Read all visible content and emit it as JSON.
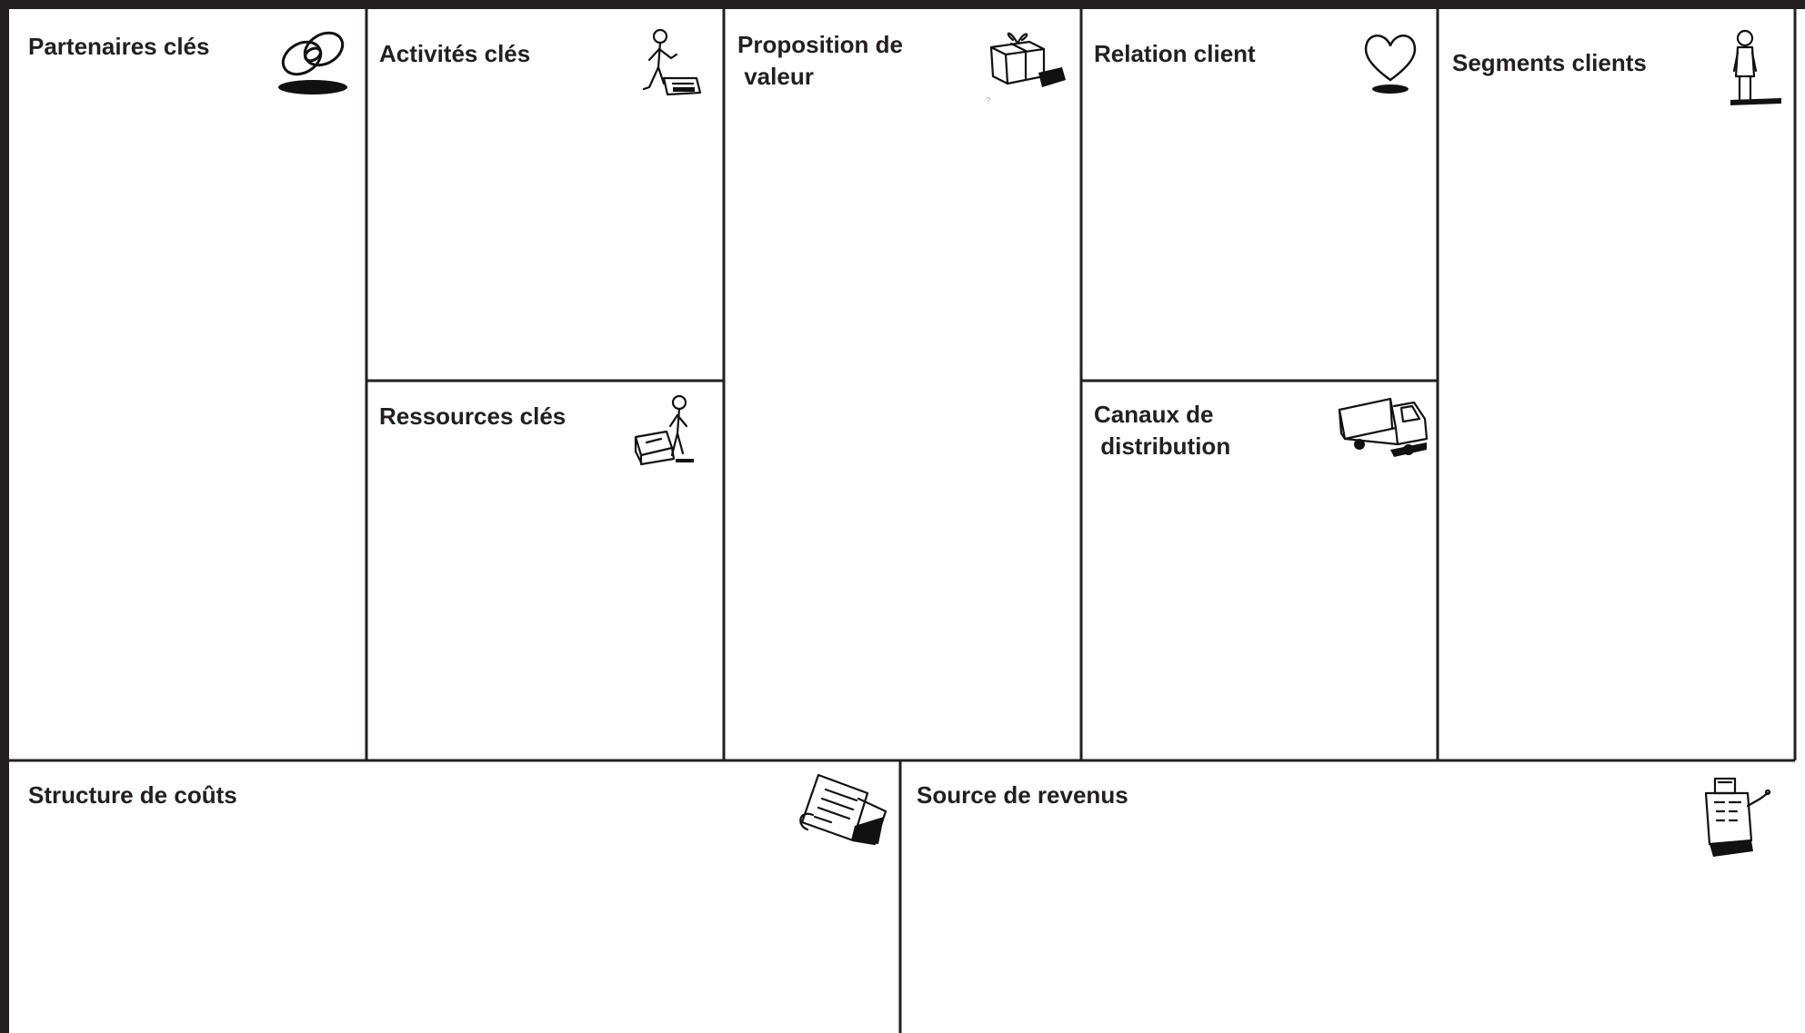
{
  "canvas": {
    "line_color": "#231f20",
    "background": "#ffffff"
  },
  "blocks": {
    "key_partners": {
      "title": "Partenaires clés",
      "icon": "chain-links-icon"
    },
    "key_activities": {
      "title": "Activités clés",
      "icon": "worker-icon"
    },
    "key_resources": {
      "title": "Ressources clés",
      "icon": "person-with-crates-icon"
    },
    "value_proposition": {
      "title": "Proposition de\n valeur",
      "icon": "gift-box-icon",
      "note": "?"
    },
    "customer_relationships": {
      "title": "Relation client",
      "icon": "heart-icon"
    },
    "channels": {
      "title": "Canaux de\n distribution",
      "icon": "delivery-truck-icon"
    },
    "customer_segments": {
      "title": "Segments clients",
      "icon": "standing-person-icon"
    },
    "cost_structure": {
      "title": "Structure de coûts",
      "icon": "price-tag-icon"
    },
    "revenue_streams": {
      "title": "Source de revenus",
      "icon": "cash-register-icon"
    }
  }
}
